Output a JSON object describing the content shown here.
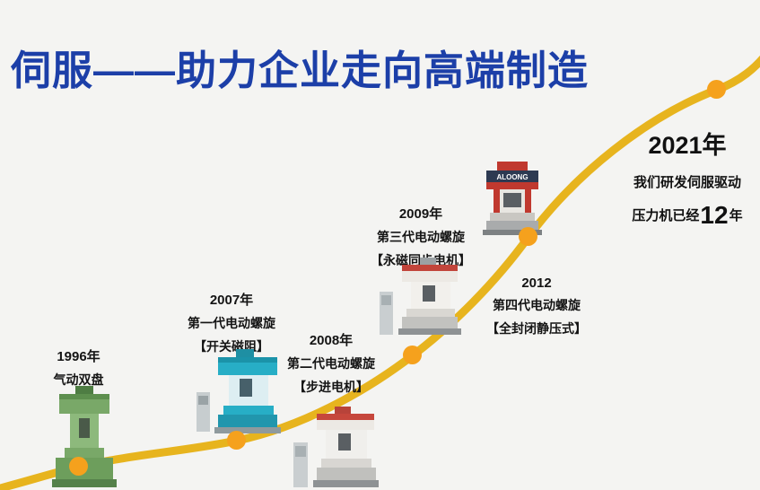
{
  "page": {
    "title": "伺服——助力企业走向高端制造"
  },
  "colors": {
    "title_blue": "#1c3fa8",
    "curve_gold": "#e7b41e",
    "dot_orange": "#f5a11d",
    "text_dark": "#141414",
    "background": "#f4f4f2"
  },
  "timeline": {
    "milestones": [
      {
        "year": "1996年",
        "name": "气动双盘",
        "tech": ""
      },
      {
        "year": "2007年",
        "name": "第一代电动螺旋",
        "tech": "【开关磁阻】"
      },
      {
        "year": "2008年",
        "name": "第二代电动螺旋",
        "tech": "【步进电机】"
      },
      {
        "year": "2009年",
        "name": "第三代电动螺旋",
        "tech": "【永磁同步电机】"
      },
      {
        "year": "2012",
        "name": "第四代电动螺旋",
        "tech": "【全封闭静压式】"
      }
    ],
    "endpoint": {
      "year": "2021年",
      "line1": "我们研发伺服驱动",
      "line2_prefix": "压力机已经",
      "line2_number": "12",
      "line2_suffix": "年"
    }
  },
  "machines": {
    "brand_2012": "ALOONG"
  }
}
